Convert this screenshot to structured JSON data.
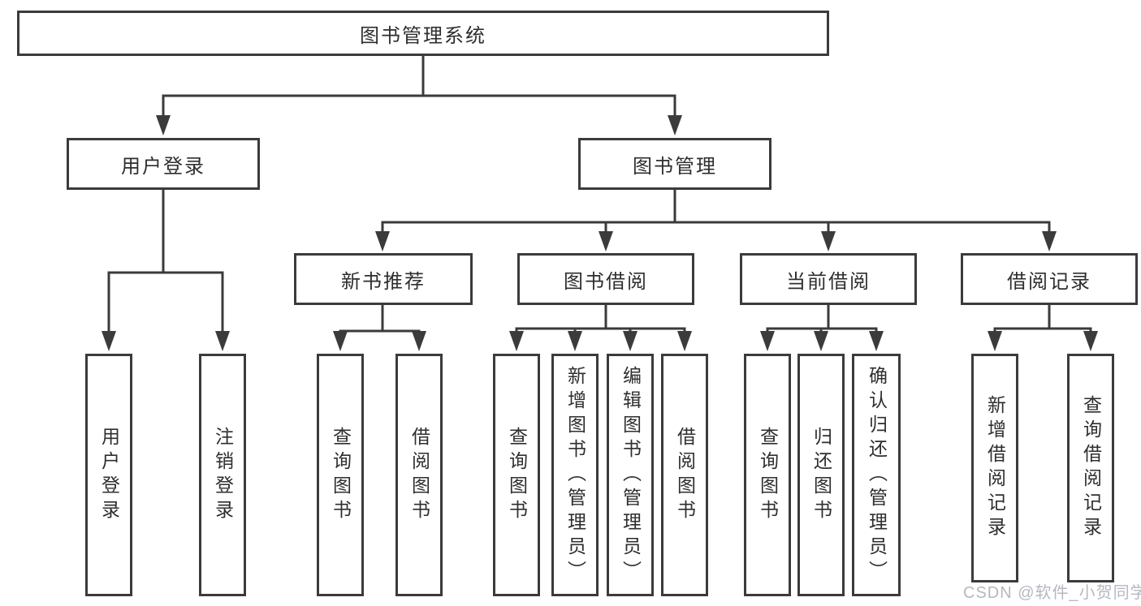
{
  "diagram": {
    "root": {
      "label": "图书管理系统"
    },
    "level2": [
      {
        "label": "用户登录"
      },
      {
        "label": "图书管理"
      }
    ],
    "level3": [
      {
        "label": "新书推荐"
      },
      {
        "label": "图书借阅"
      },
      {
        "label": "当前借阅"
      },
      {
        "label": "借阅记录"
      }
    ],
    "leaves": {
      "user_login": [
        "用户登录",
        "注销登录"
      ],
      "new_books": [
        "查询图书",
        "借阅图书"
      ],
      "book_borrow": [
        "查询图书",
        "新增图书（管理员）",
        "编辑图书（管理员）",
        "借阅图书"
      ],
      "current_borrow": [
        "查询图书",
        "归还图书",
        "确认归还（管理员）"
      ],
      "borrow_records": [
        "新增借阅记录",
        "查询借阅记录"
      ]
    }
  },
  "watermark": "CSDN @软件_小贺同学",
  "colors": {
    "line": "#3b3b3b",
    "text": "#2e2e2e",
    "watermark": "#b4b9c0",
    "background": "#ffffff"
  }
}
